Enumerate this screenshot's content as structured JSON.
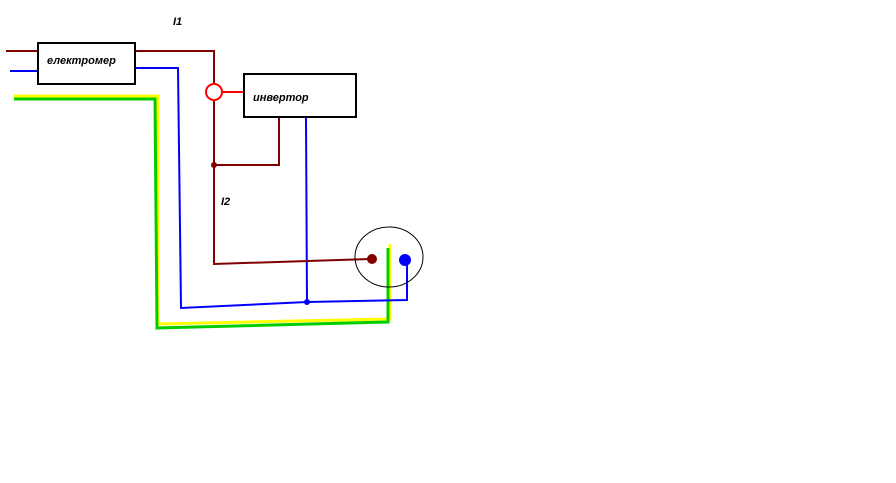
{
  "labels": {
    "meter": "електромер",
    "inverter": "инвертор",
    "current_1": "I1",
    "current_2": "I2"
  },
  "colors": {
    "phase": "#800000",
    "neutral": "#0000ff",
    "earth_green": "#00cc00",
    "earth_yellow": "#ffff00",
    "sensor": "#ff0000",
    "outline": "#000000",
    "background": "#ffffff"
  },
  "icons": {
    "current_sensor": "current-clamp-ring-icon",
    "socket": "socket-icon"
  }
}
